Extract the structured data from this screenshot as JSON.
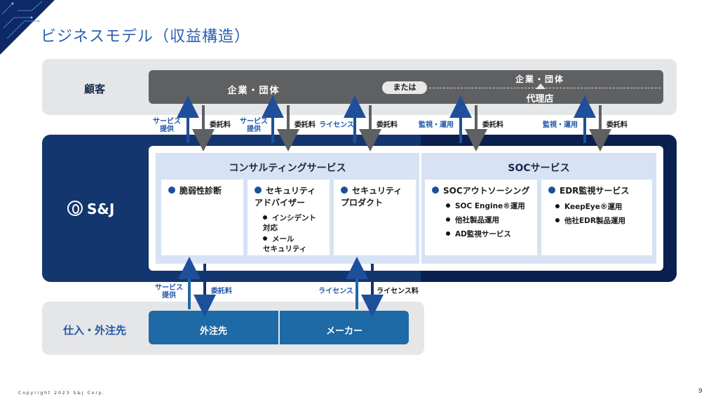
{
  "title": "ビジネスモデル（収益構造）",
  "customer": {
    "label": "顧客",
    "company": "企業・団体",
    "or": "または",
    "company2": "企業・団体",
    "agency": "代理店"
  },
  "upper_flows": {
    "service1": [
      "サービス",
      "提供"
    ],
    "fee1": "委託料",
    "service2": [
      "サービス",
      "提供"
    ],
    "fee2": "委託料",
    "license": "ライセンス",
    "fee3": "委託料",
    "monitor1": "監視・運用",
    "fee4": "委託料",
    "monitor2": "監視・運用",
    "fee5": "委託料"
  },
  "company": {
    "logo_text": "S&J"
  },
  "consulting": {
    "heading": "コンサルティングサービス",
    "cards": [
      {
        "title": "脆弱性診断",
        "items": []
      },
      {
        "title": "セキュリティ\nアドバイザー",
        "items": [
          "インシデント\n対応",
          "メール\nセキュリティ"
        ]
      },
      {
        "title": "セキュリティ\nプロダクト",
        "items": []
      }
    ]
  },
  "soc": {
    "heading": "SOCサービス",
    "cards": [
      {
        "title": "SOCアウトソーシング",
        "items": [
          "SOC Engine®運用",
          "他社製品運用",
          "AD監視サービス"
        ]
      },
      {
        "title": "EDR監視サービス",
        "items": [
          "KeepEye®運用",
          "他社EDR製品運用"
        ]
      }
    ]
  },
  "lower_flows": {
    "service": [
      "サービス",
      "提供"
    ],
    "fee": "委託料",
    "license": "ライセンス",
    "license_fee": "ライセンス料"
  },
  "supplier": {
    "label": "仕入・外注先",
    "outsource": "外注先",
    "maker": "メーカー"
  },
  "footer": {
    "copyright": "Copyright 2023 S&J Corp.",
    "page": "9"
  },
  "colors": {
    "title": "#2a5fb0",
    "band_gray": "#e5e6e8",
    "customer_bar": "#5f6062",
    "company_band": "#14366f",
    "supplier_bar": "#1e6aa6",
    "panel_blue": "#d7e2f4"
  }
}
